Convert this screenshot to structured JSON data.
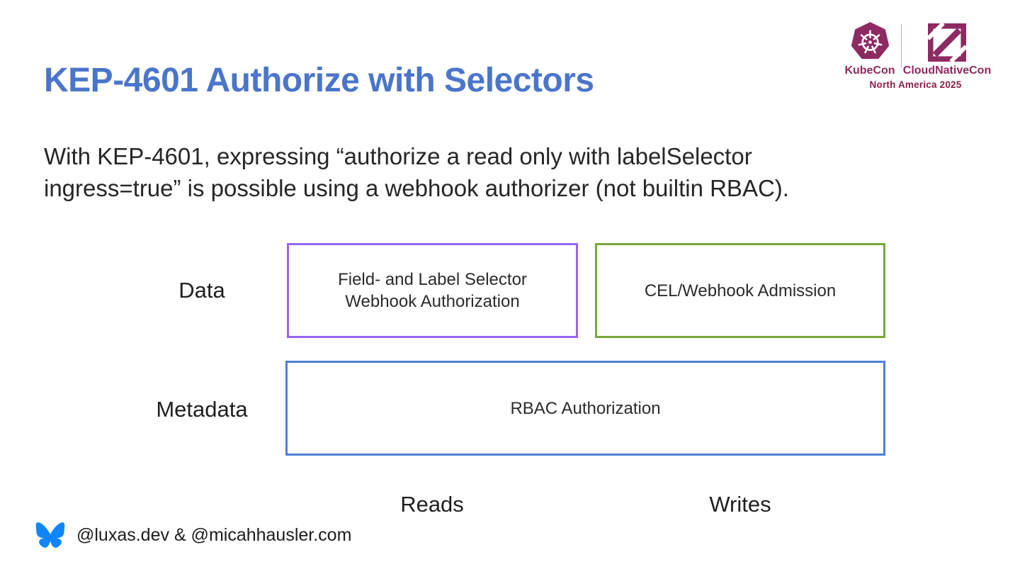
{
  "title": "KEP-4601 Authorize with Selectors",
  "event": {
    "kubecon_label": "KubeCon",
    "cloudnativecon_label": "CloudNativeCon",
    "location_label": "North America 2025"
  },
  "body": {
    "line1": "With KEP-4601, expressing “authorize a read only with labelSelector",
    "line2": "ingress=true” is possible using a webhook authorizer (not builtin RBAC)."
  },
  "diagram": {
    "rows": [
      {
        "label": "Data"
      },
      {
        "label": "Metadata"
      }
    ],
    "boxes": {
      "selector_webhook": {
        "line1": "Field- and Label Selector",
        "line2": "Webhook Authorization"
      },
      "cel_admission": {
        "label": "CEL/Webhook Admission"
      },
      "rbac": {
        "label": "RBAC Authorization"
      }
    },
    "columns": [
      {
        "label": "Reads"
      },
      {
        "label": "Writes"
      }
    ]
  },
  "footer": {
    "handles": "@luxas.dev & @micahhausler.com"
  },
  "colors": {
    "title_blue": "#4a75ca",
    "logo_magenta": "#8e2a62",
    "event_maroon": "#861f4b",
    "purple_border": "#9b64ee",
    "green_border": "#76a93c",
    "blue_border": "#4e80d5",
    "bluesky_blue": "#1185fe"
  }
}
